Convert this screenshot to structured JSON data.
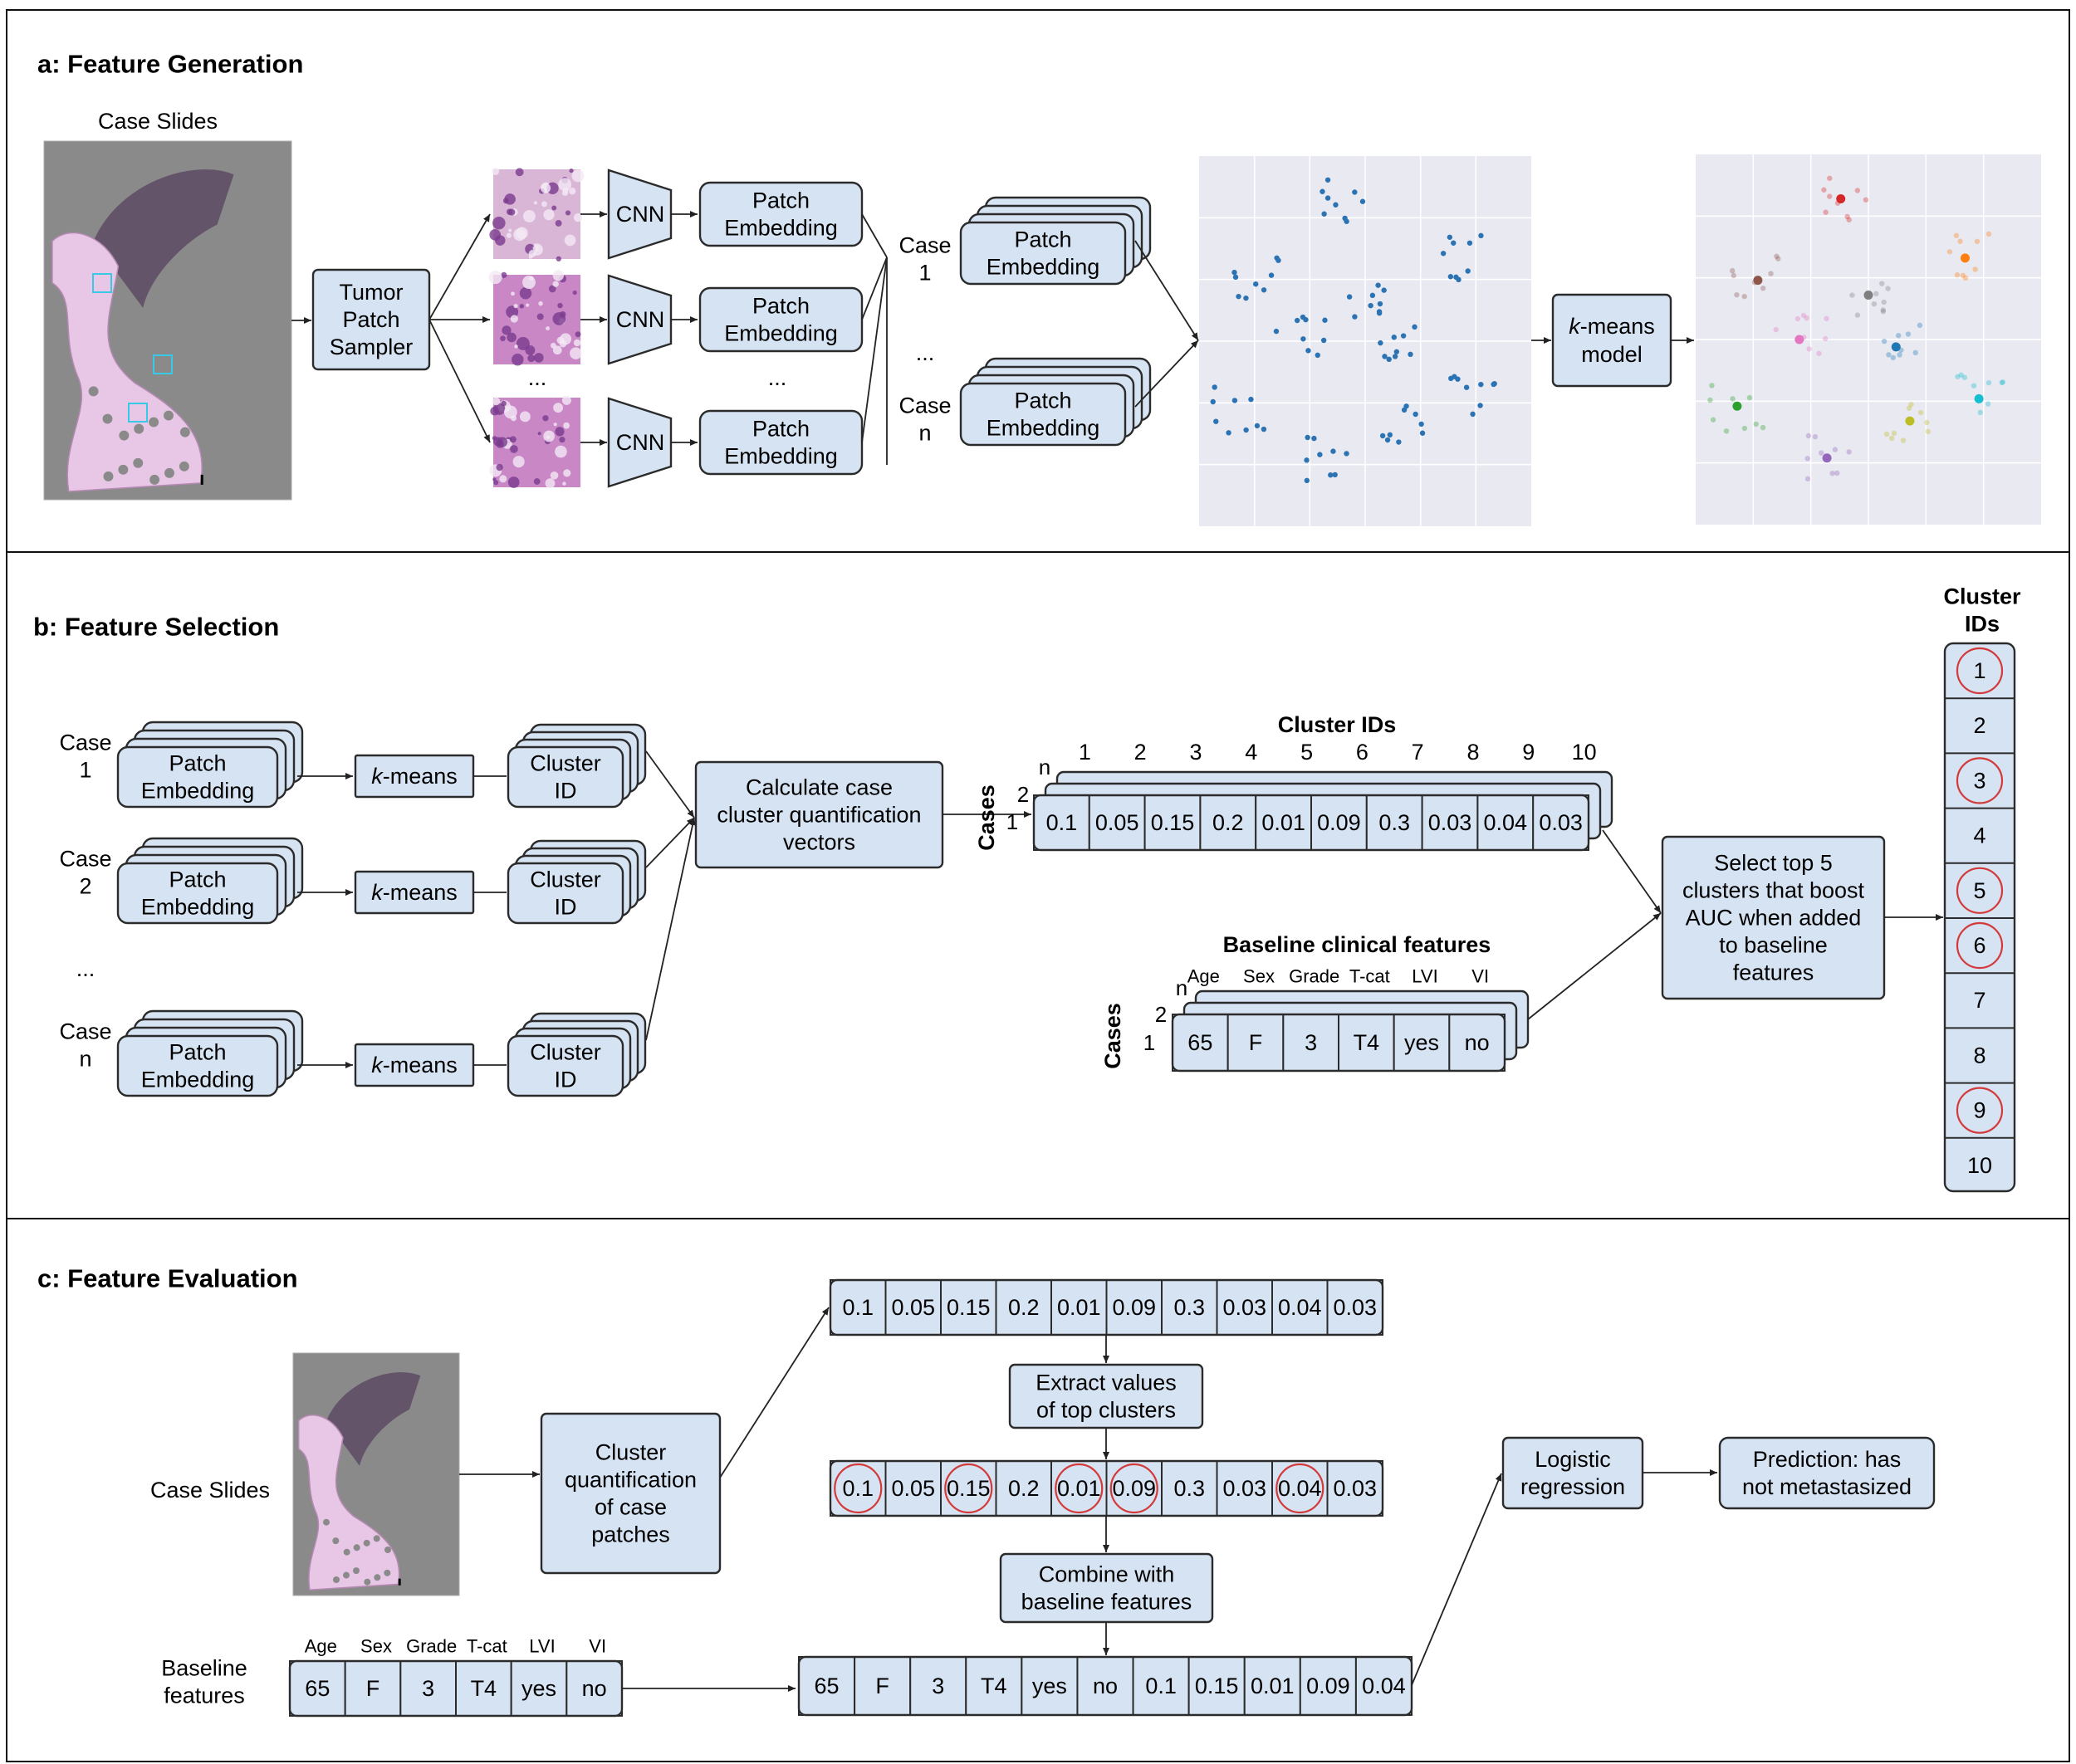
{
  "panel_a": {
    "title": "a: Feature Generation",
    "case_slides_label": "Case Slides",
    "sampler_label": [
      "Tumor",
      "Patch",
      "Sampler"
    ],
    "cnn_label": "CNN",
    "patch_embedding_label": [
      "Patch",
      "Embedding"
    ],
    "ellipsis": "...",
    "case_1_label": [
      "Case",
      "1"
    ],
    "case_n_label": [
      "Case",
      "n"
    ],
    "kmeans_model_label": [
      "k-means",
      "model"
    ]
  },
  "panel_b": {
    "title": "b: Feature Selection",
    "case_labels": [
      [
        "Case",
        "1"
      ],
      [
        "Case",
        "2"
      ],
      [
        "Case",
        "n"
      ]
    ],
    "case_ellipsis": "...",
    "kmeans_label": "k-means",
    "cluster_id_label": [
      "Cluster",
      "ID"
    ],
    "calc_label": [
      "Calculate case",
      "cluster quantification",
      "vectors"
    ],
    "cluster_ids_title": "Cluster IDs",
    "cluster_numbers": [
      "1",
      "2",
      "3",
      "4",
      "5",
      "6",
      "7",
      "8",
      "9",
      "10"
    ],
    "cases_axis": "Cases",
    "row_labels": [
      "n",
      "2",
      "1"
    ],
    "quant_values": [
      "0.1",
      "0.05",
      "0.15",
      "0.2",
      "0.01",
      "0.09",
      "0.3",
      "0.03",
      "0.04",
      "0.03"
    ],
    "baseline_title": "Baseline clinical features",
    "baseline_headers": [
      "Age",
      "Sex",
      "Grade",
      "T-cat",
      "LVI",
      "VI"
    ],
    "baseline_values": [
      "65",
      "F",
      "3",
      "T4",
      "yes",
      "no"
    ],
    "select_label": [
      "Select top 5",
      "clusters that boost",
      "AUC when added",
      "to baseline",
      "features"
    ],
    "cluster_column_title": [
      "Cluster",
      "IDs"
    ],
    "cluster_column": [
      "1",
      "2",
      "3",
      "4",
      "5",
      "6",
      "7",
      "8",
      "9",
      "10"
    ],
    "selected_clusters": [
      "1",
      "3",
      "5",
      "6",
      "9"
    ]
  },
  "panel_c": {
    "title": "c: Feature Evaluation",
    "case_slides_label": "Case Slides",
    "cluster_quant_label": [
      "Cluster",
      "quantification",
      "of case",
      "patches"
    ],
    "quant_values": [
      "0.1",
      "0.05",
      "0.15",
      "0.2",
      "0.01",
      "0.09",
      "0.3",
      "0.03",
      "0.04",
      "0.03"
    ],
    "extract_label": [
      "Extract values",
      "of top clusters"
    ],
    "combine_label": [
      "Combine with",
      "baseline features"
    ],
    "baseline_label": [
      "Baseline",
      "features"
    ],
    "baseline_headers": [
      "Age",
      "Sex",
      "Grade",
      "T-cat",
      "LVI",
      "VI"
    ],
    "baseline_values": [
      "65",
      "F",
      "3",
      "T4",
      "yes",
      "no"
    ],
    "combined_values": [
      "65",
      "F",
      "3",
      "T4",
      "yes",
      "no",
      "0.1",
      "0.15",
      "0.01",
      "0.09",
      "0.04"
    ],
    "logistic_label": [
      "Logistic",
      "regression"
    ],
    "prediction_label": [
      "Prediction: has",
      "not metastasized"
    ]
  },
  "colors": {
    "box_fill": "#d6e3f3",
    "stroke": "#2b2b2b",
    "highlight_circle": "#d33a3a",
    "scatter_point": "#2b73b3",
    "plot_background": "#e9e9f2",
    "slide_background": "#8a8a8a",
    "tissue": "#e7c7e5"
  }
}
